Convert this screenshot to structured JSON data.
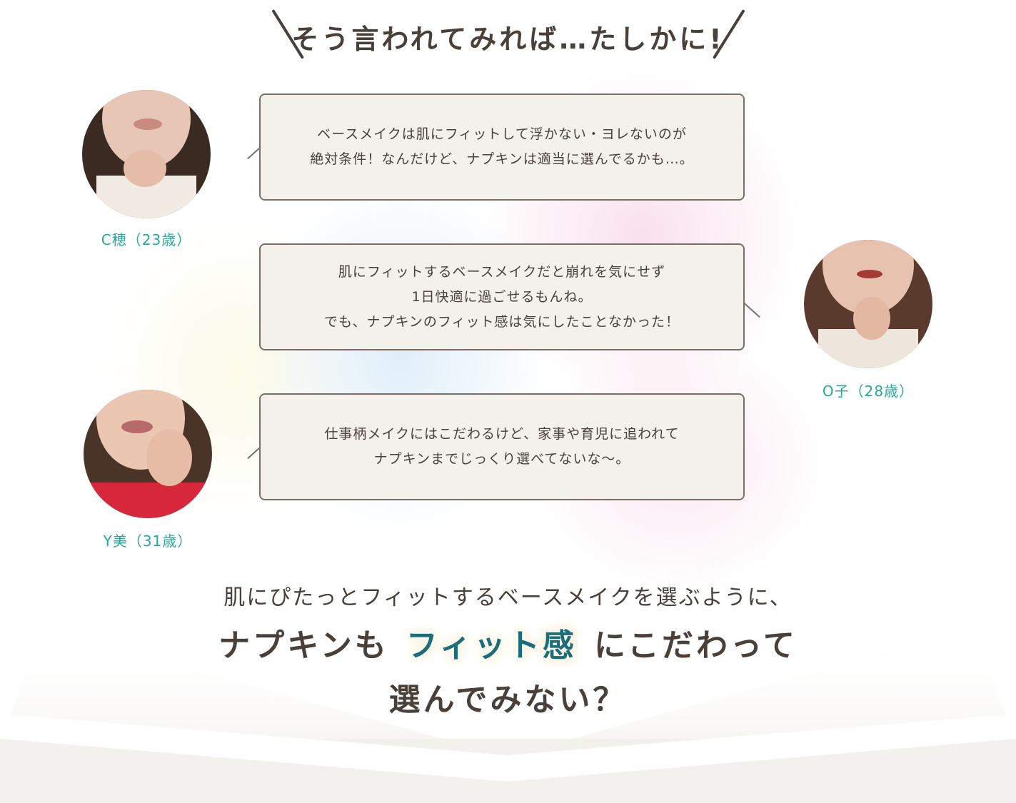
{
  "heading": {
    "text": "そう言われてみれば…たしかに!"
  },
  "colors": {
    "accent_name": "#2aa79a",
    "highlight": "#1c6d7a",
    "text": "#4a403a",
    "bubble_bg": "#f4f1ec",
    "band": "#f3f1ed"
  },
  "testimonials": [
    {
      "name": "C穂（23歳）",
      "lines": [
        "ベースメイクは肌にフィットして浮かない・ヨレないのが",
        "絶対条件！なんだけど、ナプキンは適当に選んでるかも…。"
      ]
    },
    {
      "name": "O子（28歳）",
      "lines": [
        "肌にフィットするベースメイクだと崩れを気にせず",
        "1日快適に過ごせるもんね。",
        "でも、ナプキンのフィット感は気にしたことなかった！"
      ]
    },
    {
      "name": "Y美（31歳）",
      "lines": [
        "仕事柄メイクにはこだわるけど、家事や育児に追われて",
        "ナプキンまでじっくり選べてないな〜。"
      ]
    }
  ],
  "closing": {
    "sub": "肌にぴたっとフィットするベースメイクを選ぶように、",
    "line1_pre": "ナプキンも",
    "line1_highlight": "フィット感",
    "line1_post": "にこだわって",
    "line2": "選んでみない？"
  }
}
